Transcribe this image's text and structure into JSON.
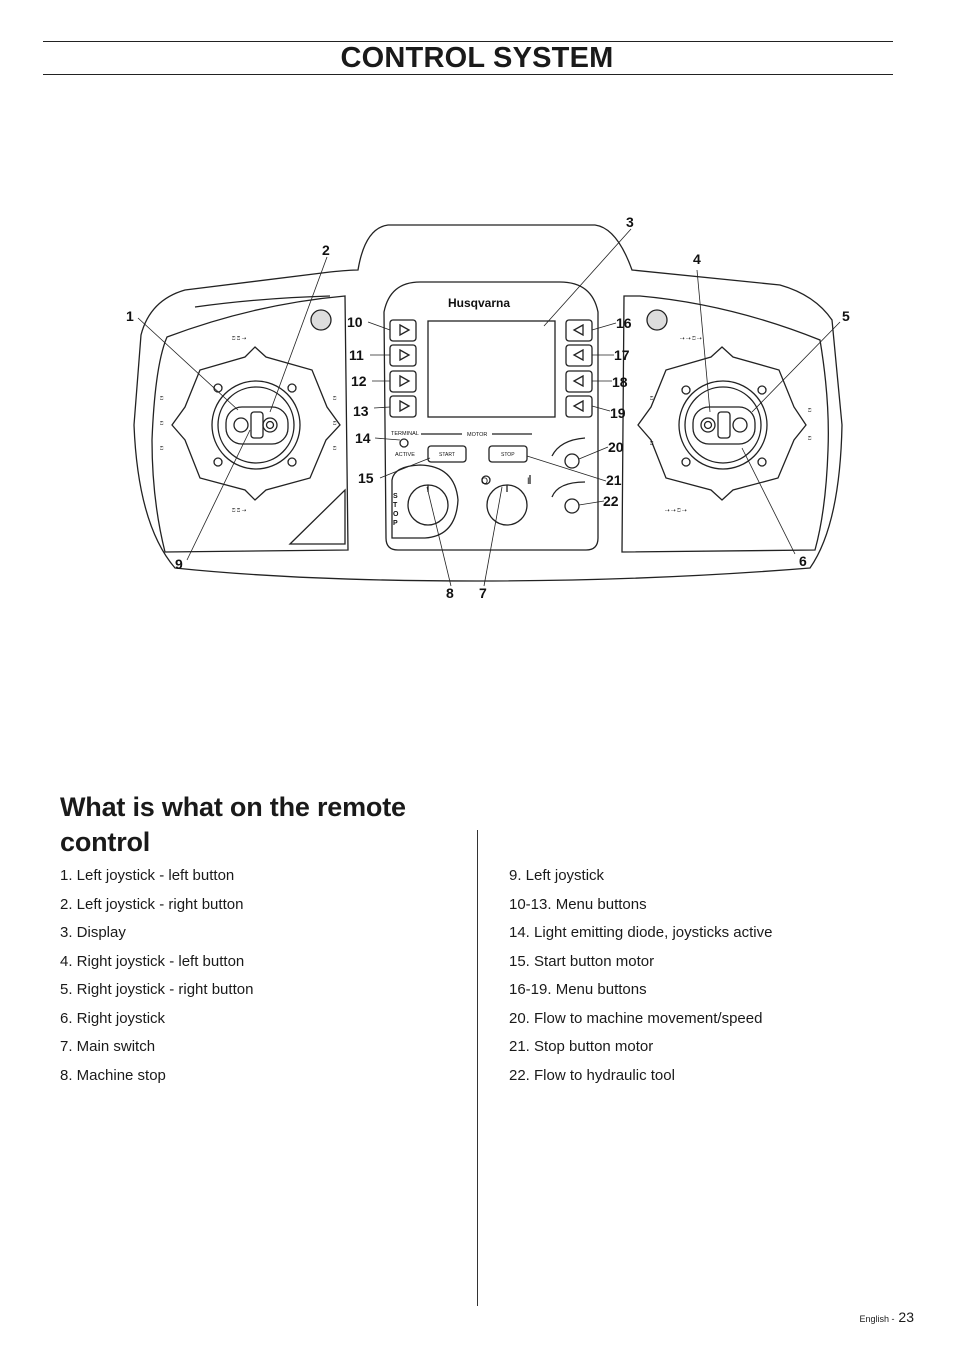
{
  "header": {
    "title": "CONTROL SYSTEM"
  },
  "diagram": {
    "brand": "Husqvarna",
    "panel_labels": {
      "terminal": "TERMINAL",
      "active": "ACTIVE",
      "motor": "MOTOR",
      "start": "START",
      "stop": "STOP",
      "stop_vertical": [
        "S",
        "T",
        "O",
        "P"
      ],
      "switch_off": "O",
      "switch_on": "I"
    },
    "callouts": [
      "1",
      "2",
      "3",
      "4",
      "5",
      "6",
      "7",
      "8",
      "9",
      "10",
      "11",
      "12",
      "13",
      "14",
      "15",
      "16",
      "17",
      "18",
      "19",
      "20",
      "21",
      "22"
    ]
  },
  "section": {
    "heading": "What is what on the remote control",
    "left_items": [
      "1. Left joystick - left button",
      "2. Left joystick - right button",
      "3. Display",
      "4. Right joystick - left button",
      "5. Right joystick - right button",
      "6. Right joystick",
      "7. Main switch",
      "8. Machine stop"
    ],
    "right_items": [
      "9. Left joystick",
      "10-13. Menu buttons",
      "14. Light emitting diode, joysticks active",
      "15. Start button motor",
      "16-19. Menu buttons",
      "20. Flow to machine movement/speed",
      "21. Stop button motor",
      "22. Flow to hydraulic tool"
    ]
  },
  "footer": {
    "language": "English -",
    "page_number": "23"
  }
}
